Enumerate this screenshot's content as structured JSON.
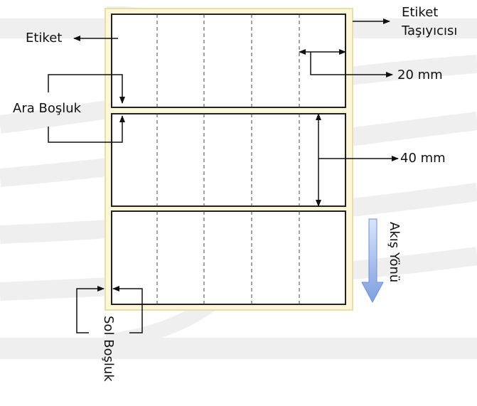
{
  "labels": {
    "etiket": "Etiket",
    "carrier_line1": "Etiket",
    "carrier_line2": "Taşıyıcısı",
    "gap": "Ara Boşluk",
    "width_mm": "20 mm",
    "height_mm": "40 mm",
    "flow": "Akış Yönü",
    "left_margin": "Sol Boşluk"
  },
  "colors": {
    "carrier_fill": "#fbf7d8",
    "carrier_border": "#e7dfa6",
    "label_border": "#222222",
    "arrow": "#111111",
    "flow_arrow_top": "#d9e4fb",
    "flow_arrow_bottom": "#7e9fdf",
    "watermark": "#e2e2e2"
  },
  "diagram": {
    "label_rows": 3,
    "columns_per_row": 5
  }
}
